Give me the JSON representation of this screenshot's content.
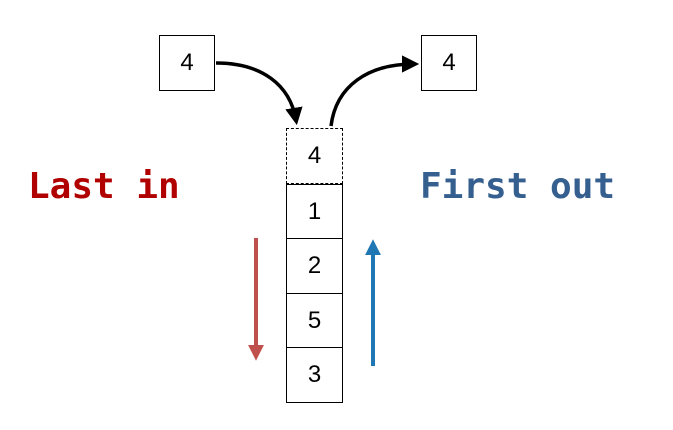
{
  "incoming_item": {
    "value": "4"
  },
  "outgoing_item": {
    "value": "4"
  },
  "incoming_slot": {
    "value": "4"
  },
  "stack": {
    "cells": [
      {
        "value": "1"
      },
      {
        "value": "2"
      },
      {
        "value": "5"
      },
      {
        "value": "3"
      }
    ]
  },
  "labels": {
    "last_in": "Last in",
    "first_out": "First out"
  },
  "colors": {
    "last_in": "#b00000",
    "first_out": "#355f8f",
    "push_arrow": "#c0504d",
    "pop_arrow": "#1f77b4",
    "curve_arrow": "#000000",
    "box_border": "#000000"
  },
  "icons": {
    "push_arrow": "down-arrow-icon",
    "pop_arrow": "up-arrow-icon",
    "enter_arrow": "curved-arrow-icon",
    "exit_arrow": "curved-arrow-icon"
  }
}
